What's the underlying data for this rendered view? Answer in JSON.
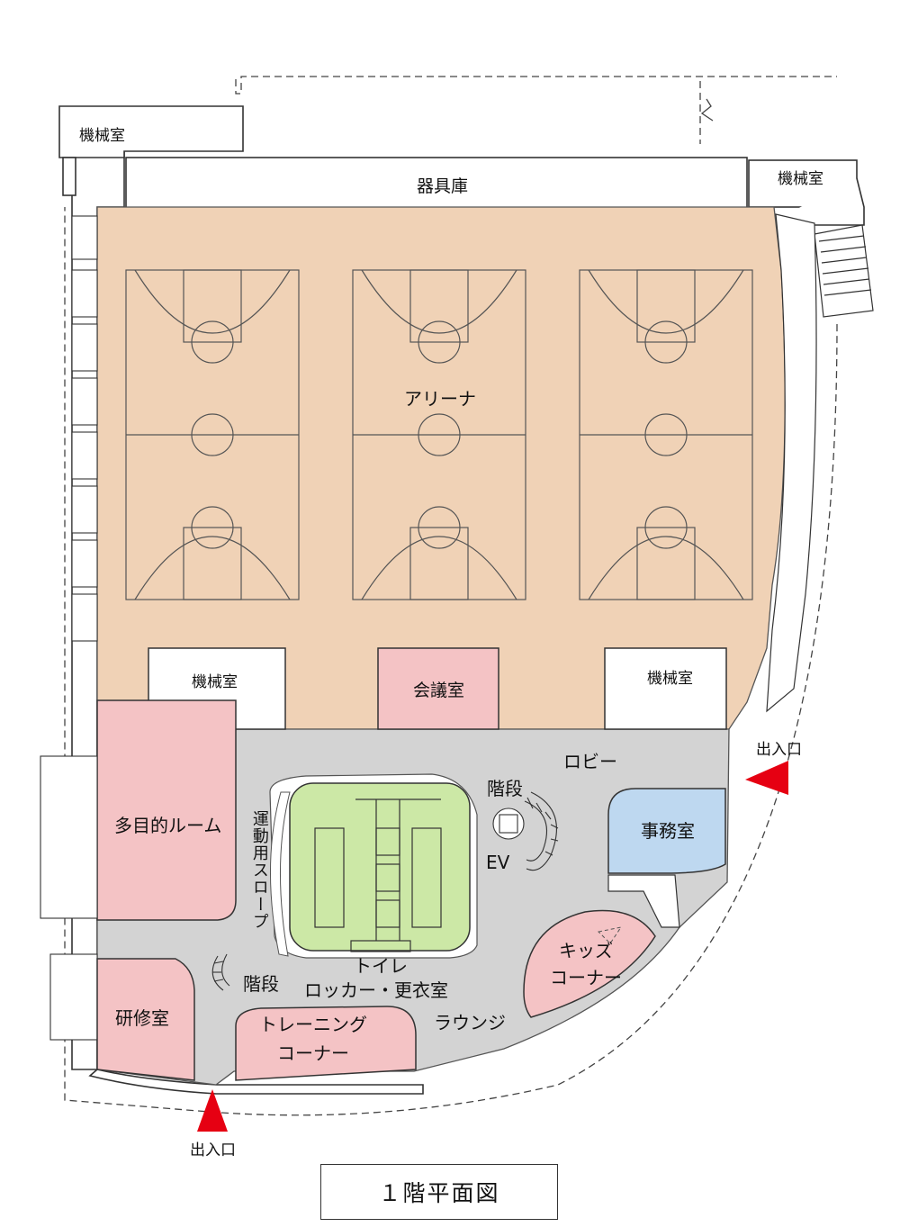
{
  "title": "１階平面図",
  "colors": {
    "arena": "#f0d2b6",
    "rooms": "#f4c3c5",
    "lobby": "#d3d3d3",
    "toilet": "#cce8a6",
    "office": "#bed8f0",
    "entrance_marker": "#e60012"
  },
  "rooms": {
    "machine_room_top_left": "機械室",
    "equipment_storage": "器具庫",
    "machine_room_top_right": "機械室",
    "arena": "アリーナ",
    "machine_room_center_left": "機械室",
    "meeting_room": "会議室",
    "machine_room_center_right": "機械室",
    "lobby": "ロビー",
    "entrance_east": "出入口",
    "multipurpose_room": "多目的ルーム",
    "slope": "運動用スロープ",
    "stairs_center": "階段",
    "office": "事務室",
    "elevator": "EV",
    "toilet_locker_1": "トイレ",
    "toilet_locker_2": "ロッカー・更衣室",
    "stairs_left": "階段",
    "kids_corner_1": "キッズ",
    "kids_corner_2": "コーナー",
    "training_room": "研修室",
    "training_corner_1": "トレーニング",
    "training_corner_2": "コーナー",
    "lounge": "ラウンジ",
    "entrance_south": "出入口"
  }
}
